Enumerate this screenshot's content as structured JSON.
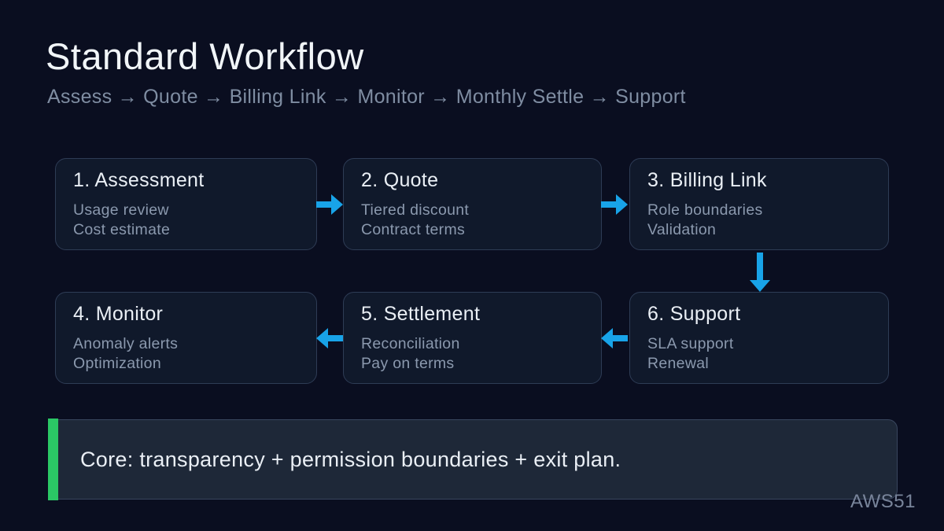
{
  "slide": {
    "title": "Standard Workflow",
    "subtitle": "Assess → Quote → Billing Link → Monitor → Monthly Settle → Support",
    "watermark": "AWS51"
  },
  "steps": [
    {
      "title": "1. Assessment",
      "lines": [
        "Usage review",
        "Cost estimate"
      ]
    },
    {
      "title": "2. Quote",
      "lines": [
        "Tiered discount",
        "Contract terms"
      ]
    },
    {
      "title": "3. Billing Link",
      "lines": [
        "Role boundaries",
        "Validation"
      ]
    },
    {
      "title": "4. Monitor",
      "lines": [
        "Anomaly alerts",
        "Optimization"
      ]
    },
    {
      "title": "5. Settlement",
      "lines": [
        "Reconciliation",
        "Pay on terms"
      ]
    },
    {
      "title": "6. Support",
      "lines": [
        "SLA support",
        "Renewal"
      ]
    }
  ],
  "callout": {
    "text": "Core: transparency + permission boundaries + exit plan."
  },
  "colors": {
    "background": "#0a0e20",
    "card_fill": "#10192b",
    "card_border": "#2e3c55",
    "callout_fill": "#1e2838",
    "callout_border": "#39465e",
    "arrow_blue": "#18a3e8",
    "accent_green": "#2bc765",
    "title_text": "#f1f5f8",
    "card_title_text": "#eaeff5",
    "muted_text": "#8b99ae",
    "subtitle_text": "#7f8da2",
    "watermark_text": "#78849a"
  }
}
